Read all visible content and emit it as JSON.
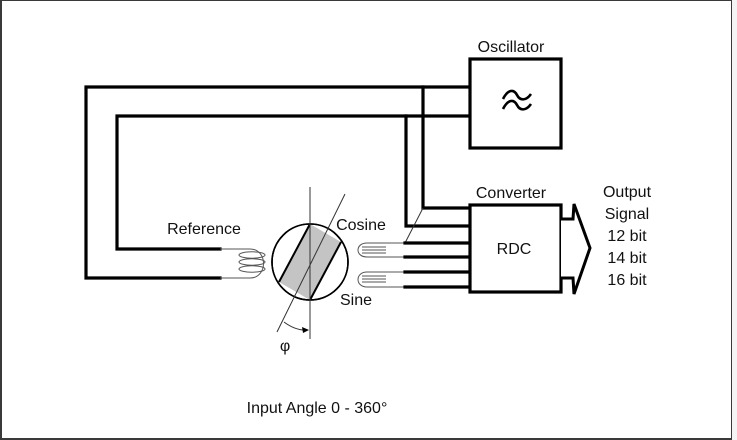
{
  "diagram": {
    "title": "Resolver-to-Digital Converter signal chain",
    "blocks": {
      "oscillator": {
        "label": "Oscillator",
        "symbol": "sine-wave-approx-icon"
      },
      "converter": {
        "label": "Converter",
        "inner_label": "RDC"
      }
    },
    "resolver": {
      "reference_label": "Reference",
      "cosine_label": "Cosine",
      "sine_label": "Sine",
      "angle_symbol": "φ"
    },
    "output": {
      "lines": [
        "Output",
        "Signal",
        "12 bit",
        "14 bit",
        "16 bit"
      ]
    },
    "caption": "Input Angle 0 - 360°"
  }
}
